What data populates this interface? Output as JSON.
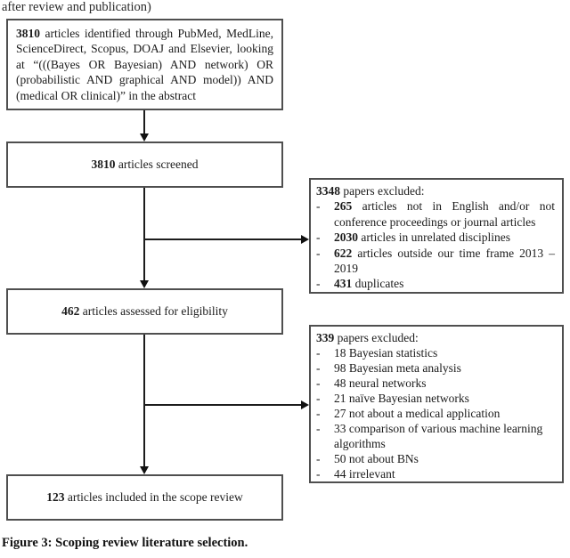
{
  "page": {
    "fragment_text": "after review and publication)",
    "caption": "Figure 3: Scoping review literature selection."
  },
  "flowchart": {
    "identified": {
      "count": "3810",
      "text": " articles identified through PubMed, MedLine, ScienceDirect, Scopus, DOAJ and Elsevier, looking at “(((Bayes OR Bayesian) AND network) OR (probabilistic AND graphical AND model)) AND (medical OR clinical)” in the abstract"
    },
    "screened": {
      "count": "3810",
      "text": " articles screened"
    },
    "eligibility": {
      "count": "462",
      "text": " articles assessed for eligibility"
    },
    "included": {
      "count": "123",
      "text": " articles included in the scope review"
    },
    "excluded_screening": {
      "bullet": "-",
      "count": "3348",
      "title_text": " papers excluded:",
      "items": [
        {
          "num": "265",
          "text": " articles not in English and/or not conference proceedings or journal articles"
        },
        {
          "num": "2030",
          "text": " articles in unrelated disciplines"
        },
        {
          "num": "622",
          "text": " articles outside our time frame 2013 – 2019"
        },
        {
          "num": "431",
          "text": " duplicates"
        }
      ]
    },
    "excluded_eligibility": {
      "bullet": "-",
      "count": "339",
      "title_text": " papers excluded:",
      "items": [
        "18 Bayesian statistics",
        "98 Bayesian meta analysis",
        "48 neural networks",
        "21 naïve Bayesian networks",
        "27 not about a medical application",
        "33 comparison of various machine learning algorithms",
        "50 not about BNs",
        "44 irrelevant"
      ]
    }
  }
}
